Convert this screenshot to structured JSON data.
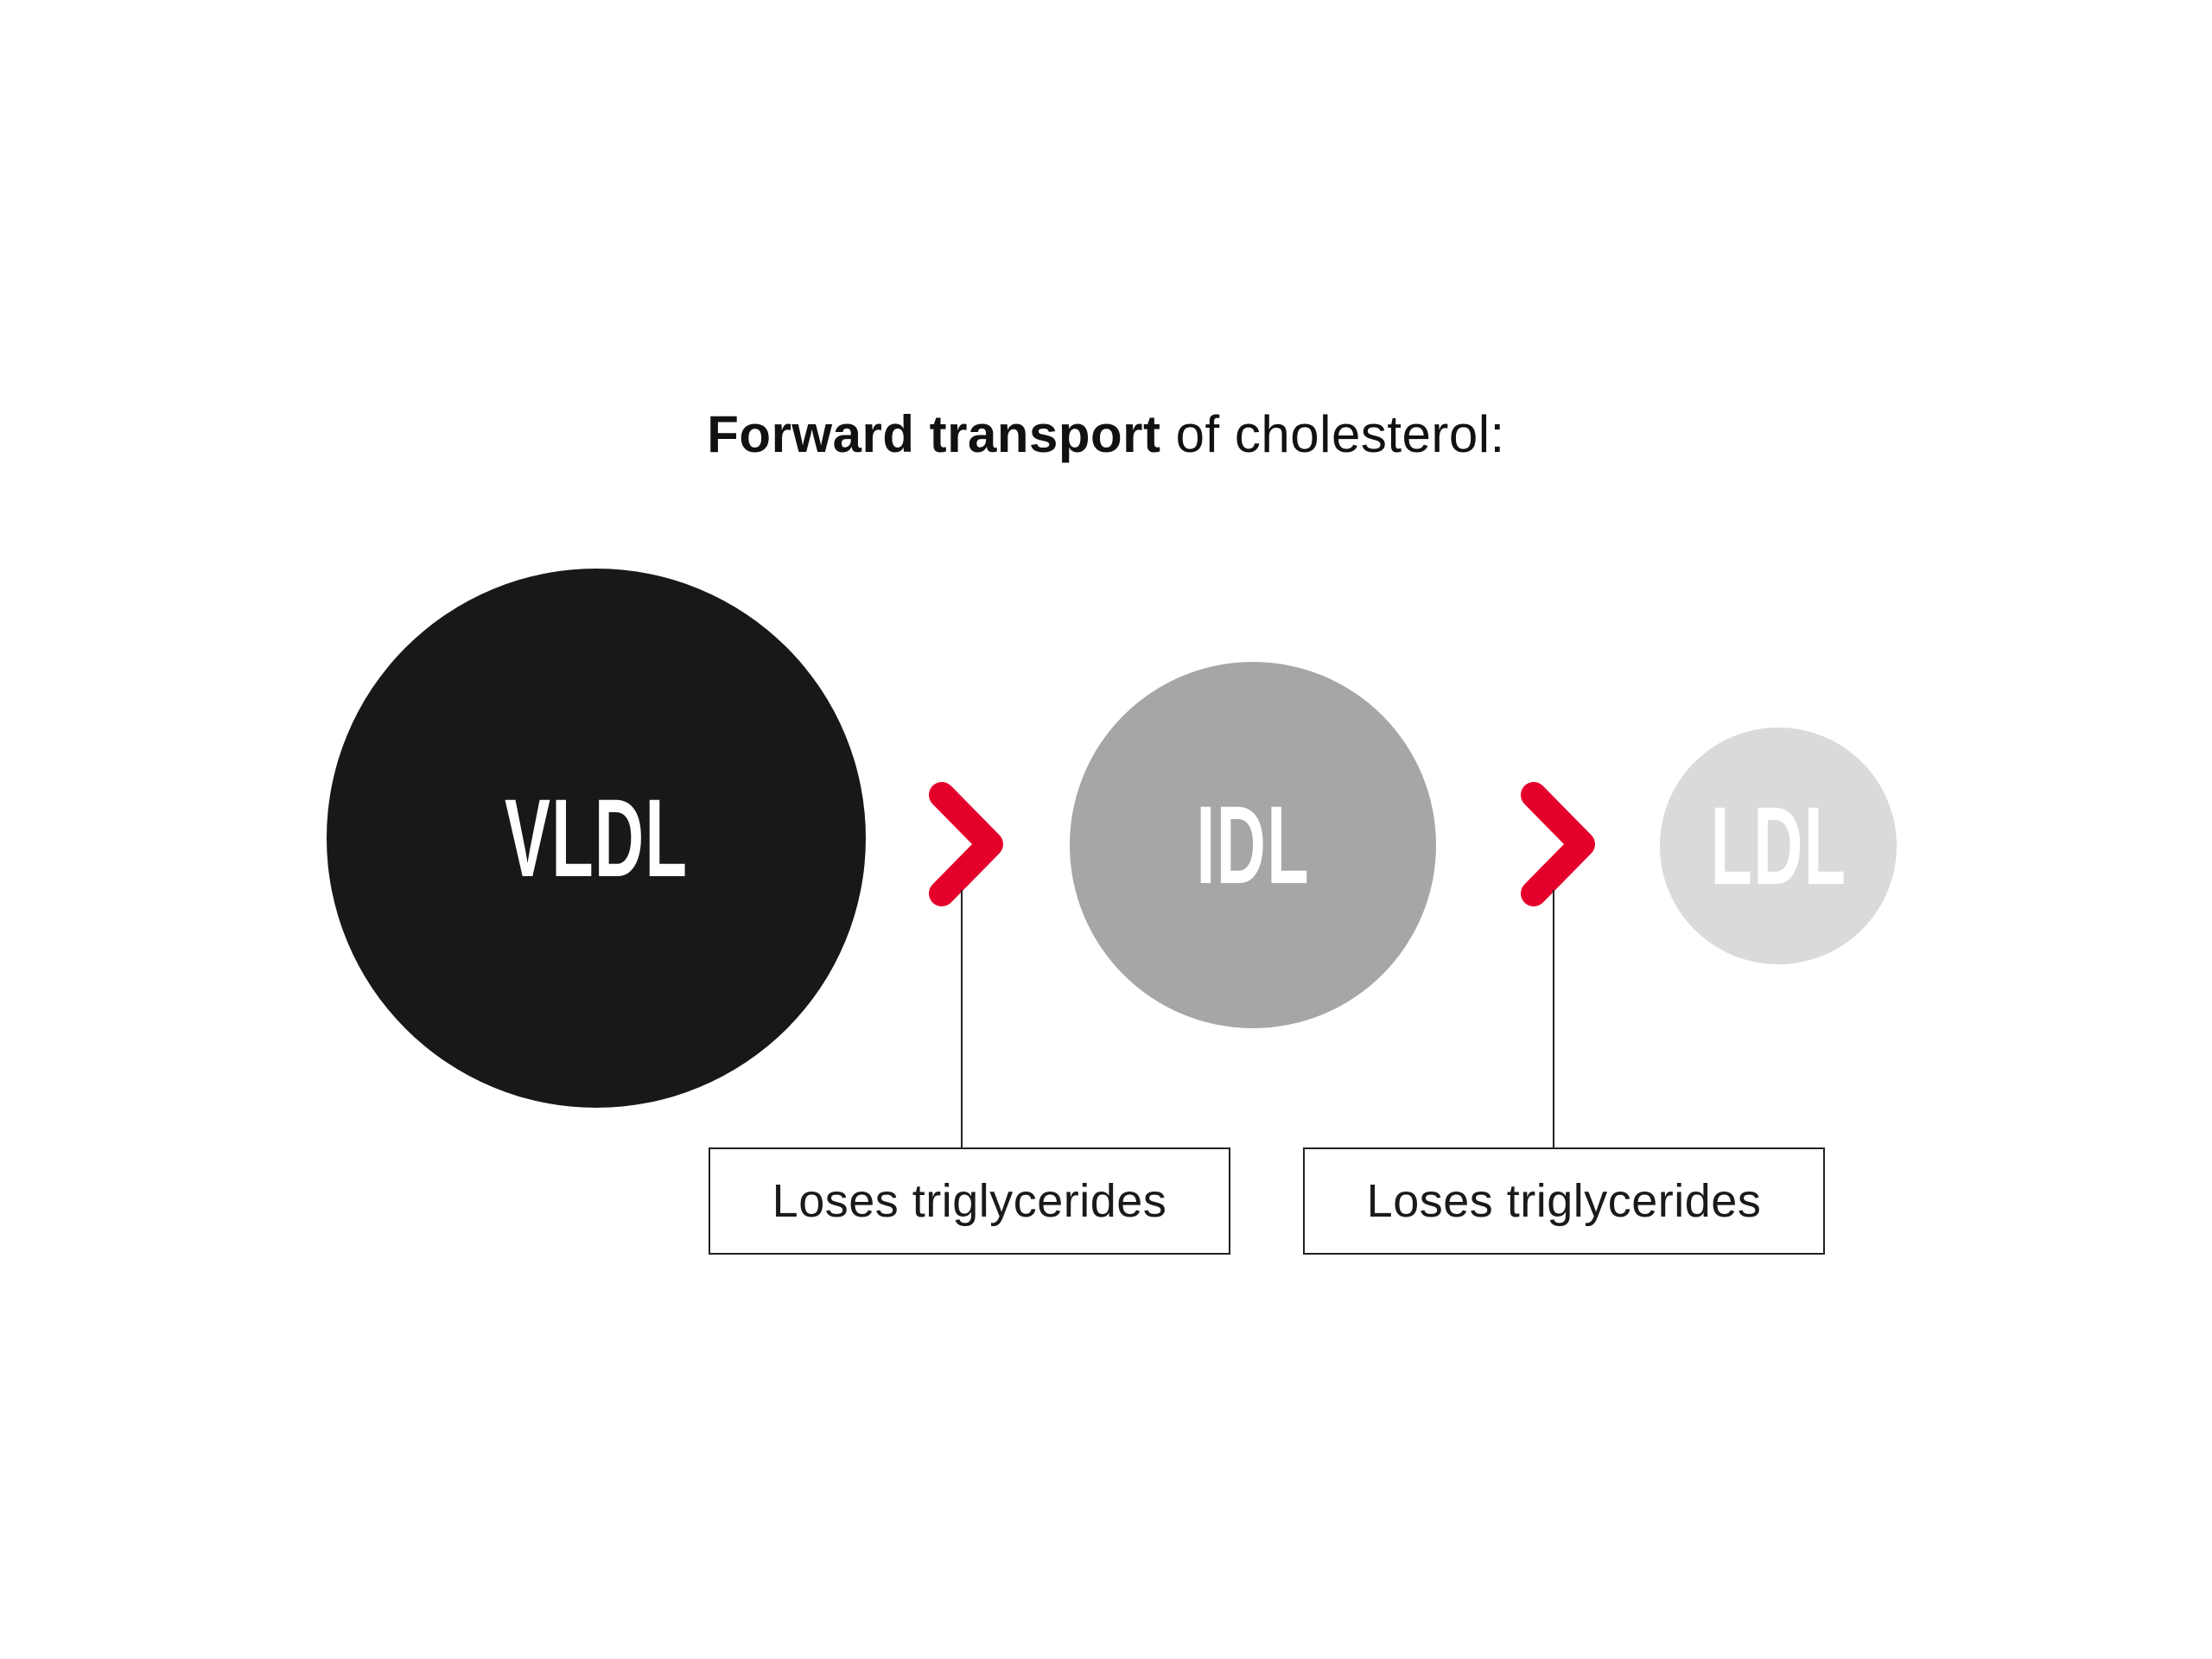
{
  "title": {
    "bold_part": "Forward transport",
    "regular_part": " of cholesterol:"
  },
  "particles": [
    {
      "label": "VLDL",
      "fill": "#181816",
      "text_color": "#ffffff"
    },
    {
      "label": "IDL",
      "fill": "#a6a6a6",
      "text_color": "#ffffff"
    },
    {
      "label": "LDL",
      "fill": "#dadad8",
      "text_color": "#ffffff"
    }
  ],
  "arrows": [
    {
      "icon": "chevron-right-icon",
      "color": "#e4002b"
    },
    {
      "icon": "chevron-right-icon",
      "color": "#e4002b"
    }
  ],
  "notes": [
    {
      "text": "Loses triglycerides"
    },
    {
      "text": "Loses triglycerides"
    }
  ]
}
